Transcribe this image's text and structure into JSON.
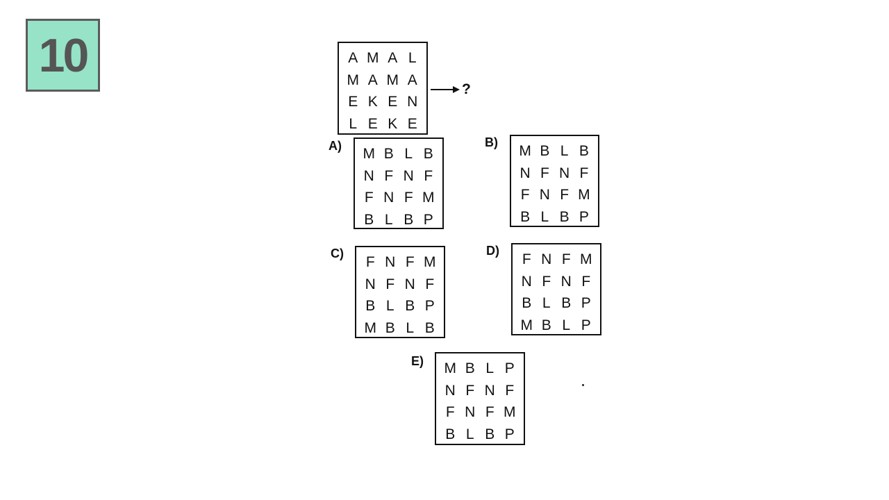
{
  "badge": {
    "number": "10",
    "color": "#96e3c8"
  },
  "question": {
    "grid": [
      [
        "A",
        "M",
        "A",
        "L"
      ],
      [
        "M",
        "A",
        "M",
        "A"
      ],
      [
        "E",
        "K",
        "E",
        "N"
      ],
      [
        "L",
        "E",
        "K",
        "E"
      ]
    ],
    "arrow_label": "?"
  },
  "options": [
    {
      "label": "A)",
      "grid": [
        [
          "M",
          "B",
          "L",
          "B"
        ],
        [
          "N",
          "F",
          "N",
          "F"
        ],
        [
          "F",
          "N",
          "F",
          "M"
        ],
        [
          "B",
          "L",
          "B",
          "P"
        ]
      ]
    },
    {
      "label": "B)",
      "grid": [
        [
          "M",
          "B",
          "L",
          "B"
        ],
        [
          "N",
          "F",
          "N",
          "F"
        ],
        [
          "F",
          "N",
          "F",
          "M"
        ],
        [
          "B",
          "L",
          "B",
          "P"
        ]
      ]
    },
    {
      "label": "C)",
      "grid": [
        [
          "F",
          "N",
          "F",
          "M"
        ],
        [
          "N",
          "F",
          "N",
          "F"
        ],
        [
          "B",
          "L",
          "B",
          "P"
        ],
        [
          "M",
          "B",
          "L",
          "B"
        ]
      ]
    },
    {
      "label": "D)",
      "grid": [
        [
          "F",
          "N",
          "F",
          "M"
        ],
        [
          "N",
          "F",
          "N",
          "F"
        ],
        [
          "B",
          "L",
          "B",
          "P"
        ],
        [
          "M",
          "B",
          "L",
          "P"
        ]
      ]
    },
    {
      "label": "E)",
      "grid": [
        [
          "M",
          "B",
          "L",
          "P"
        ],
        [
          "N",
          "F",
          "N",
          "F"
        ],
        [
          "F",
          "N",
          "F",
          "M"
        ],
        [
          "B",
          "L",
          "B",
          "P"
        ]
      ]
    }
  ]
}
